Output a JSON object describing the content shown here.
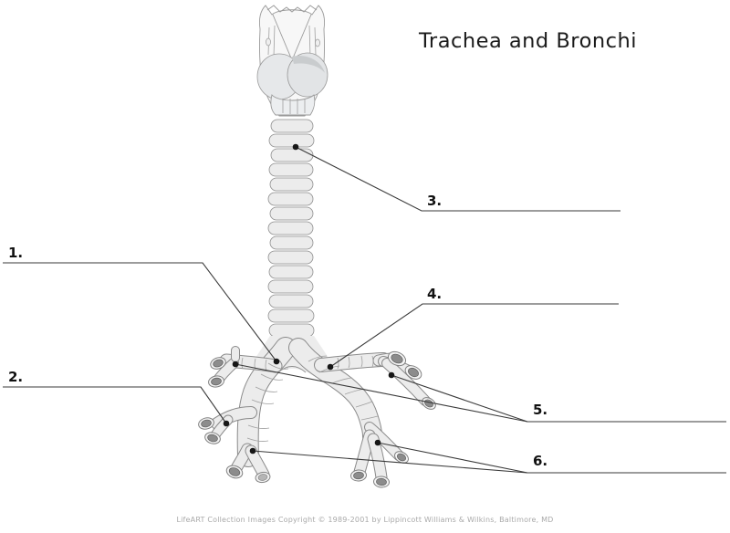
{
  "title": "Trachea and Bronchi",
  "labels": [
    {
      "text": "1."
    },
    {
      "text": "2."
    },
    {
      "text": "3."
    },
    {
      "text": "4."
    },
    {
      "text": "5."
    },
    {
      "text": "6."
    }
  ],
  "footer": {
    "copyright": "LifeART Collection Images Copyright © 1989-2001 by Lippincott Williams & Wilkins, Baltimore, MD"
  },
  "figure": {
    "subject": "trachea-and-bronchi-line-art",
    "label_count": 6,
    "icon_names": [
      "label-pointer-dot",
      "leader-line",
      "answer-blank-line"
    ]
  },
  "colors": {
    "background": "#ffffff",
    "title_text": "#1b1b1b",
    "label_text": "#111111",
    "leader_line": "#3a3a3a",
    "pointer_dot": "#161616",
    "cartilage_fill": "#ececec",
    "cartilage_stroke": "#8f8f8f",
    "larynx_fill": "#f7f7f7",
    "bronchus_opening": "#8c8c8c",
    "copyright_text": "#a9a9a9"
  }
}
